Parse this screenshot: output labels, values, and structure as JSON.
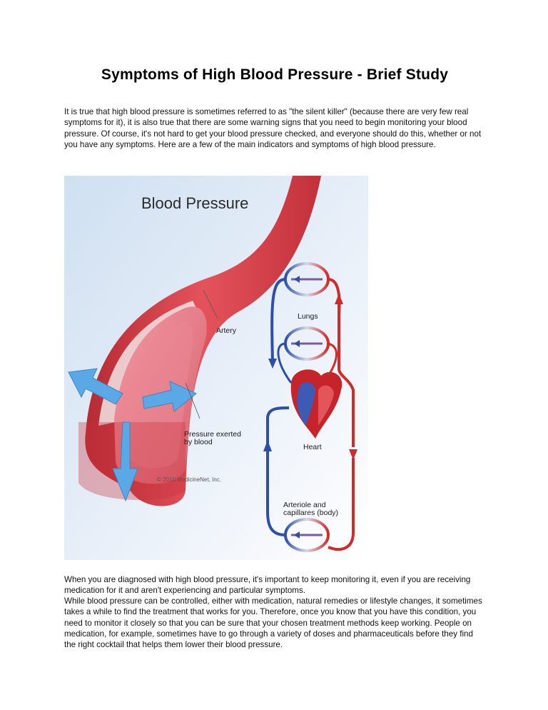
{
  "document": {
    "title": "Symptoms of High Blood Pressure - Brief Study",
    "intro": "It is true that high blood pressure is sometimes referred to as \"the silent killer\" (because there are very few real symptoms for it), it is also true that there are some warning signs that you need to begin monitoring your blood pressure. Of course, it's not hard to get your blood pressure checked, and everyone should do this, whether or not you have any symptoms. Here are a few of the main indicators and symptoms of high blood pressure.",
    "para2": "When you are diagnosed with high blood pressure, it's important to keep monitoring it, even if you are receiving medication for it and aren't experiencing and particular symptoms.",
    "para3": "While blood pressure can be controlled, either with medication, natural remedies or lifestyle changes, it sometimes takes a while to find the treatment that works for you. Therefore, once you know that you have this condition, you need to monitor it closely so that you can be sure that your chosen treatment methods keep working. People on medication, for example, sometimes have to go through a variety of doses and pharmaceuticals before they find the right cocktail that helps them lower their blood pressure."
  },
  "figure": {
    "heading": "Blood Pressure",
    "label_artery": "Artery",
    "label_lungs": "Lungs",
    "label_pressure_line1": "Pressure exerted",
    "label_pressure_line2": "by blood",
    "label_heart": "Heart",
    "label_arteriole_line1": "Arteriole and",
    "label_arteriole_line2": "capillares (body)",
    "copyright": "© 2010 MedicineNet, Inc.",
    "colors": {
      "background": "#dce8f4",
      "artery": "#d9454d",
      "oxygenated": "#d02a2a",
      "deoxygenated": "#2e4fa8",
      "pressure_arrow": "#5aa9e6"
    }
  }
}
